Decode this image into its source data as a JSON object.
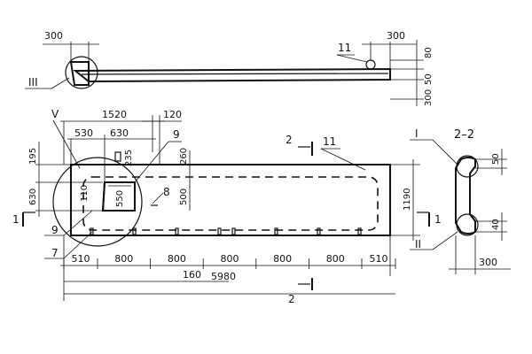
{
  "top_view": {
    "dim_left": "300",
    "dim_right": "300",
    "callout": "11",
    "dim_v_top": "80",
    "dim_v_mid": "50",
    "dim_v_bottom": "300",
    "detail_mark": "III"
  },
  "plan": {
    "detail_mark": "V",
    "dim_1520": "1520",
    "dim_120": "120",
    "dim_530": "530",
    "dim_630": "630",
    "dim_235": "235",
    "dim_260": "260",
    "callout_9_top": "9",
    "dim_195": "195",
    "dim_630_left": "630",
    "dim_110": "110",
    "dim_550": "550",
    "callout_8": "8",
    "dim_500": "500",
    "callout_9_bottom": "9",
    "callout_7": "7",
    "section_mark_left": "1",
    "section_mark_right": "1",
    "dim_1190": "1190",
    "section_2_top": "2",
    "callout_11": "11",
    "spacing": [
      "510",
      "800",
      "800",
      "800",
      "800",
      "800",
      "510"
    ],
    "dim_160": "160",
    "dim_5980": "5980",
    "section_2_bottom": "2"
  },
  "section": {
    "title": "2–2",
    "mark_top": "I",
    "mark_bottom": "II",
    "dim_50": "50",
    "dim_40": "40",
    "dim_300": "300"
  }
}
